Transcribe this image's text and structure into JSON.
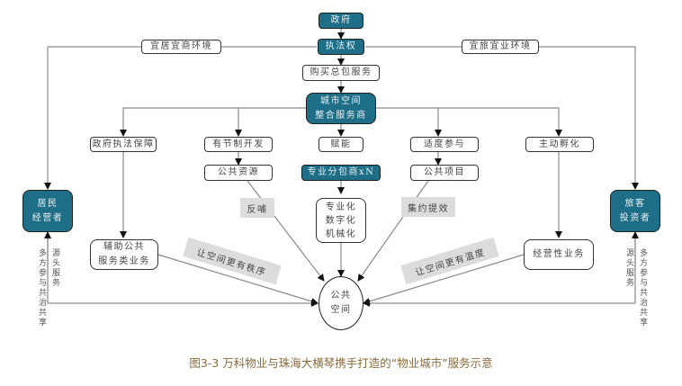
{
  "colors": {
    "teal": "#1f6e87",
    "label_gray": "#dcdcdc",
    "caption": "#8a6a3c",
    "line": "#888888"
  },
  "nodes": {
    "government": "政府",
    "enforcement_power": "执法权",
    "purchase_service": "购买总包服务",
    "integrator": "城市空间\n整合服务商",
    "livable_env": "宜居宜商环境",
    "tourism_env": "宜旅宜业环境",
    "gov_enforcement": "政府执法保障",
    "regulated_dev": "有节制开发",
    "empower": "赋能",
    "moderate_participation": "适度参与",
    "active_incubation": "主动孵化",
    "public_resources": "公共资源",
    "subcontractor": "专业分包商xN",
    "public_projects": "公共项目",
    "professionalization": "专业化\n数字化\n机械化",
    "auxiliary_services": "辅助公共\n服务类业务",
    "operating_business": "经营性业务",
    "residents": "居民\n经营者",
    "tourists": "旅客\n投资者",
    "public_space": "公共\n空间"
  },
  "labels": {
    "feedback": "反哺",
    "efficiency": "集约提效",
    "order": "让空间更有秩序",
    "warmth": "让空间更有温度",
    "left_source": "源头服务",
    "left_multi": "多方参与共治共享",
    "right_source": "源头服务",
    "right_multi": "多方参与共治共享"
  },
  "caption": "图3-3 万科物业与珠海大横琴携手打造的“物业城市”服务示意"
}
